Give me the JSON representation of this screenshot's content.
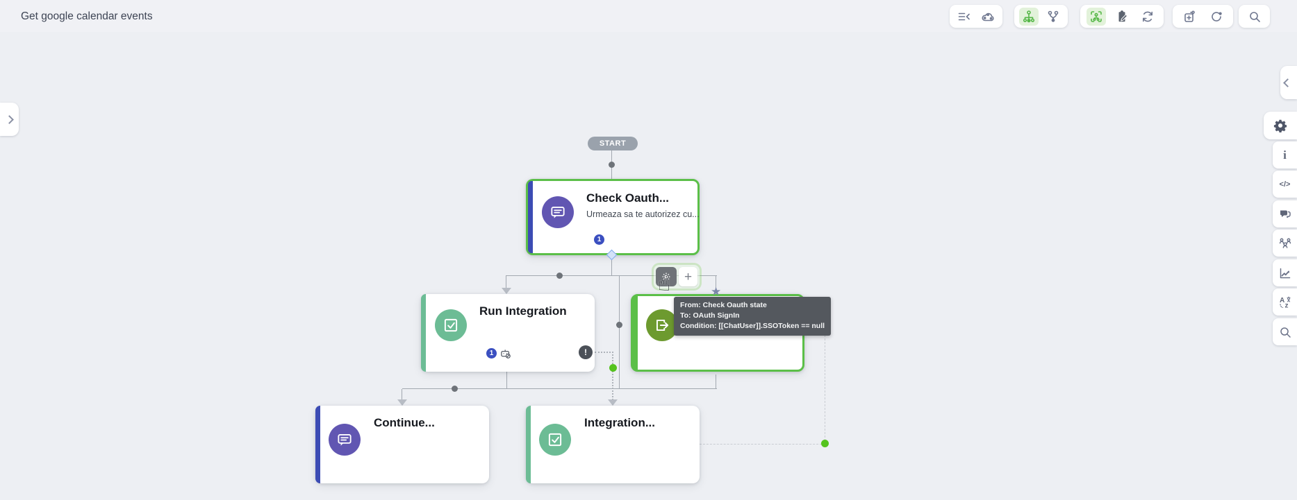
{
  "header": {
    "title": "Get google calendar events"
  },
  "top_toolbar": {
    "groups": [
      {
        "buttons": [
          {
            "icon": "list-collapse-icon"
          },
          {
            "icon": "cloud-icon"
          }
        ]
      },
      {
        "buttons": [
          {
            "icon": "tree-layout-icon",
            "active": true
          },
          {
            "icon": "branch-layout-icon",
            "active": false
          }
        ]
      },
      {
        "buttons": [
          {
            "icon": "focus-flow-icon",
            "active": true
          },
          {
            "icon": "clipboard-edit-icon",
            "active": false
          },
          {
            "icon": "sync-icon",
            "active": false
          }
        ]
      },
      {
        "buttons": [
          {
            "icon": "add-step-icon"
          },
          {
            "icon": "redo-icon"
          }
        ]
      },
      {
        "buttons": [
          {
            "icon": "search-icon"
          }
        ]
      }
    ]
  },
  "left_panel": {
    "expand_icon": "chevron-right-icon"
  },
  "right_toolbar": {
    "collapse_icon": "chevron-left-icon",
    "buttons": [
      {
        "icon": "settings-icon",
        "active": true
      },
      {
        "icon": "info-icon",
        "active": false
      },
      {
        "icon": "code-icon",
        "active": false
      },
      {
        "icon": "chat-icon",
        "active": false
      },
      {
        "icon": "audience-icon",
        "active": false
      },
      {
        "icon": "analytics-icon",
        "active": false
      },
      {
        "icon": "translate-icon",
        "active": false
      },
      {
        "icon": "search-icon",
        "active": false
      }
    ]
  },
  "canvas": {
    "start_label": "START",
    "nodes": {
      "check_oauth": {
        "title": "Check Oauth...",
        "subtitle": "Urmeaza sa te autorizez cu...",
        "badge": "1",
        "selected": true,
        "type": "message"
      },
      "run_integration": {
        "title": "Run Integration",
        "badge": "1",
        "warning": "!",
        "selected": false,
        "type": "task"
      },
      "oauth_signin": {
        "title": "",
        "selected": true,
        "type": "signin"
      },
      "continue": {
        "title": "Continue...",
        "selected": false,
        "type": "message"
      },
      "integration": {
        "title": "Integration...",
        "selected": false,
        "type": "task"
      }
    },
    "connection_menu": {
      "plus_label": "+",
      "gear_icon": "gear-icon"
    },
    "tooltip": {
      "line1": "From: Check Oauth state",
      "line2": "To: OAuth SignIn",
      "line3": "Condition: [[ChatUser]].SSOToken == null"
    }
  },
  "colors": {
    "selection_green": "#5bbf48",
    "accent_indigo": "#3c4cb4",
    "icon_purple": "#6156b2",
    "accent_seafoam": "#6cbc95",
    "icon_olive": "#6d9a2f",
    "badge_blue": "#3b4fc0",
    "tooltip_bg": "#54585e",
    "canvas_bg": "#edeff3",
    "connector_green_dot": "#55c31e"
  }
}
